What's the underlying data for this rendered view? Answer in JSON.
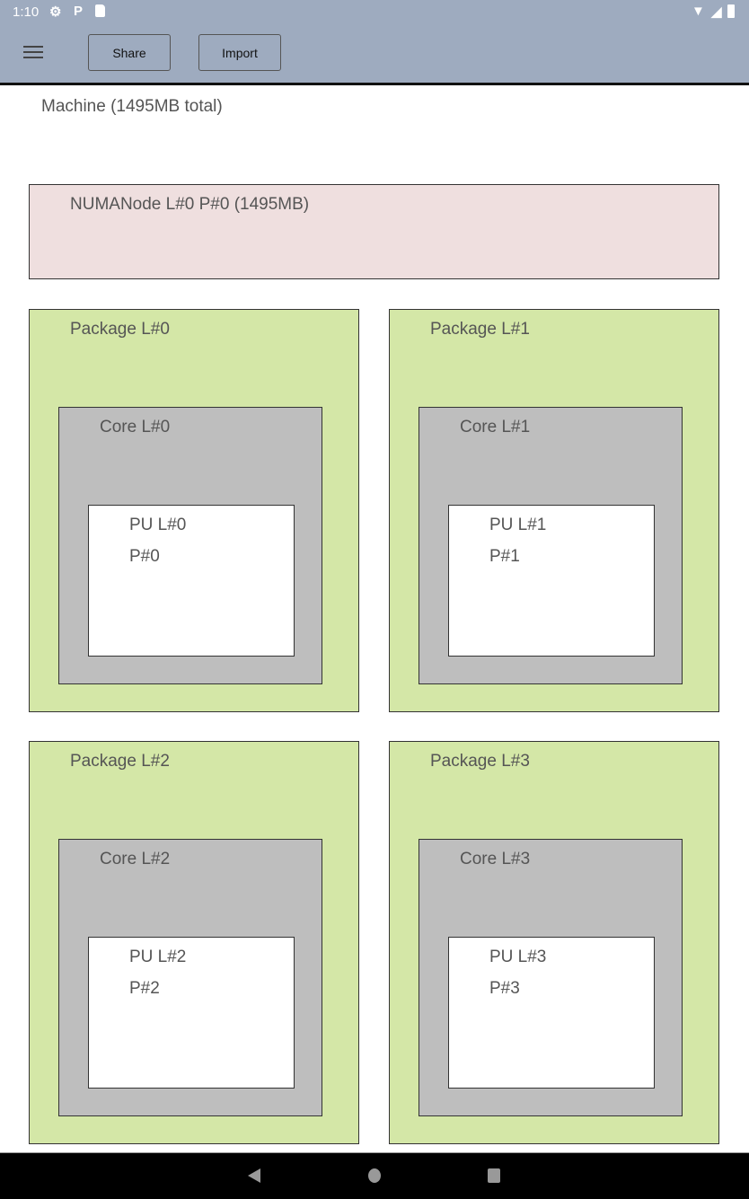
{
  "status_bar": {
    "time": "1:10",
    "icons": [
      "gear-icon",
      "parking-icon",
      "sd-card-icon",
      "wifi-icon",
      "signal-icon",
      "battery-icon"
    ]
  },
  "toolbar": {
    "share_label": "Share",
    "import_label": "Import"
  },
  "machine": {
    "label": "Machine (1495MB total)"
  },
  "numa": {
    "label": "NUMANode L#0 P#0 (1495MB)"
  },
  "packages": [
    {
      "label": "Package L#0",
      "core": "Core L#0",
      "pu": "PU L#0",
      "pu_p": "P#0"
    },
    {
      "label": "Package L#1",
      "core": "Core L#1",
      "pu": "PU L#1",
      "pu_p": "P#1"
    },
    {
      "label": "Package L#2",
      "core": "Core L#2",
      "pu": "PU L#2",
      "pu_p": "P#2"
    },
    {
      "label": "Package L#3",
      "core": "Core L#3",
      "pu": "PU L#3",
      "pu_p": "P#3"
    }
  ],
  "colors": {
    "header": "#9eabbf",
    "numa": "#efdfdf",
    "package": "#d4e7a7",
    "core": "#bebebe"
  }
}
